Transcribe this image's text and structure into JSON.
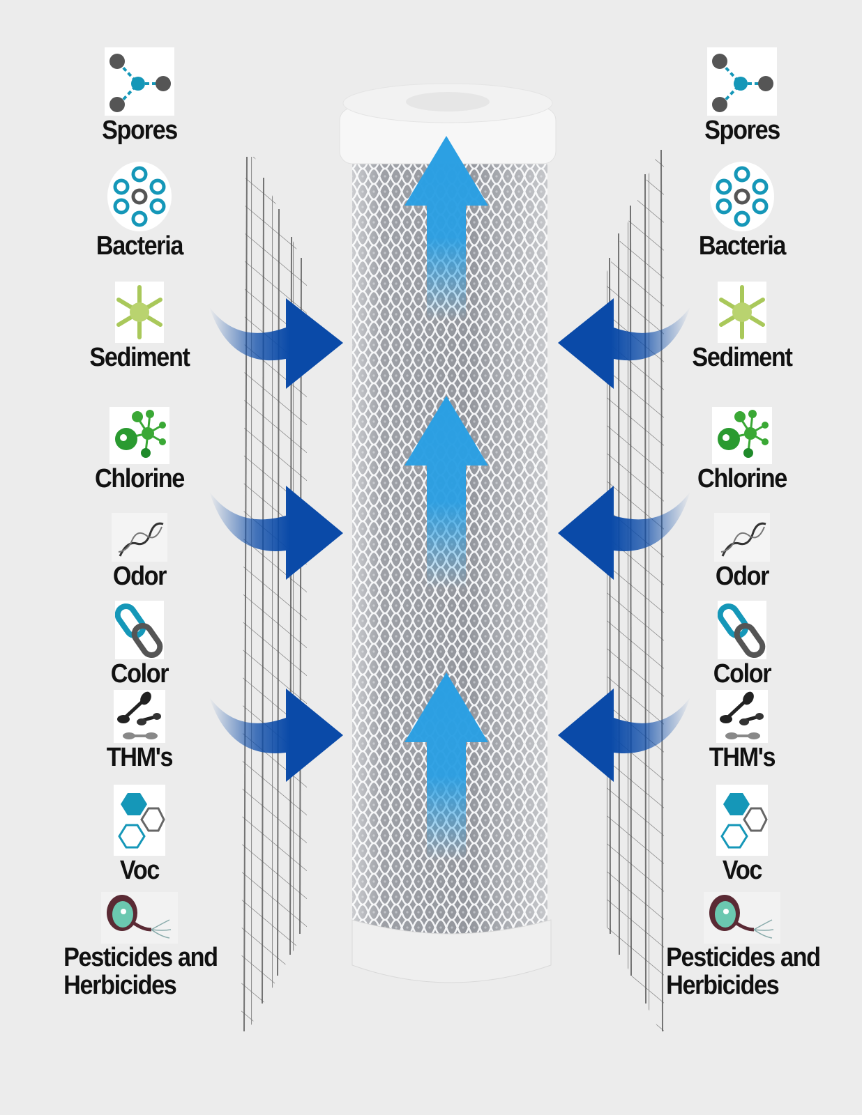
{
  "colors": {
    "background": "#ececec",
    "inflow_arrow": "#0a4aa8",
    "upflow_arrow": "#2a9fe3",
    "label_text": "#111111",
    "icon_teal": "#1597b8",
    "icon_gray": "#555555",
    "icon_green": "#3aa835",
    "icon_lime": "#a9c85a"
  },
  "filter": {
    "name": "carbon-block-filter-cartridge",
    "inflow_arrows_per_side": 3,
    "upflow_arrows": 3
  },
  "contaminants": {
    "left": [
      {
        "label": "Spores",
        "icon": "molecule-icon"
      },
      {
        "label": "Bacteria",
        "icon": "bacteria-ring-icon"
      },
      {
        "label": "Sediment",
        "icon": "snowflake-crystal-icon"
      },
      {
        "label": "Chlorine",
        "icon": "chlorine-molecule-icon"
      },
      {
        "label": "Odor",
        "icon": "dna-strand-icon"
      },
      {
        "label": "Color",
        "icon": "chain-link-icon"
      },
      {
        "label": "THM's",
        "icon": "thm-molecule-icon"
      },
      {
        "label": "Voc",
        "icon": "hexagon-cluster-icon"
      },
      {
        "label_line1": "Pesticides and",
        "label_line2": "Herbicides",
        "icon": "microbe-cell-icon"
      }
    ],
    "right": [
      {
        "label": "Spores",
        "icon": "molecule-icon"
      },
      {
        "label": "Bacteria",
        "icon": "bacteria-ring-icon"
      },
      {
        "label": "Sediment",
        "icon": "snowflake-crystal-icon"
      },
      {
        "label": "Chlorine",
        "icon": "chlorine-molecule-icon"
      },
      {
        "label": "Odor",
        "icon": "dna-strand-icon"
      },
      {
        "label": "Color",
        "icon": "chain-link-icon"
      },
      {
        "label": "THM's",
        "icon": "thm-molecule-icon"
      },
      {
        "label": "Voc",
        "icon": "hexagon-cluster-icon"
      },
      {
        "label_line1": "Pesticides and",
        "label_line2": "Herbicides",
        "icon": "microbe-cell-icon"
      }
    ]
  }
}
